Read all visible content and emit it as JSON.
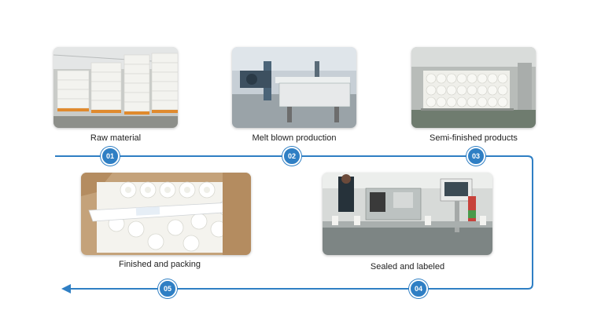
{
  "colors": {
    "flow_line": "#2f7fc4",
    "badge_fill": "#2f7fc4",
    "badge_text": "#ffffff"
  },
  "steps": [
    {
      "number": "01",
      "label": "Raw material"
    },
    {
      "number": "02",
      "label": "Melt blown production"
    },
    {
      "number": "03",
      "label": "Semi-finished products"
    },
    {
      "number": "04",
      "label": "Sealed and labeled"
    },
    {
      "number": "05",
      "label": "Finished and packing"
    }
  ],
  "flow": {
    "arrow": "left-pointing arrowhead at end of bottom line"
  }
}
